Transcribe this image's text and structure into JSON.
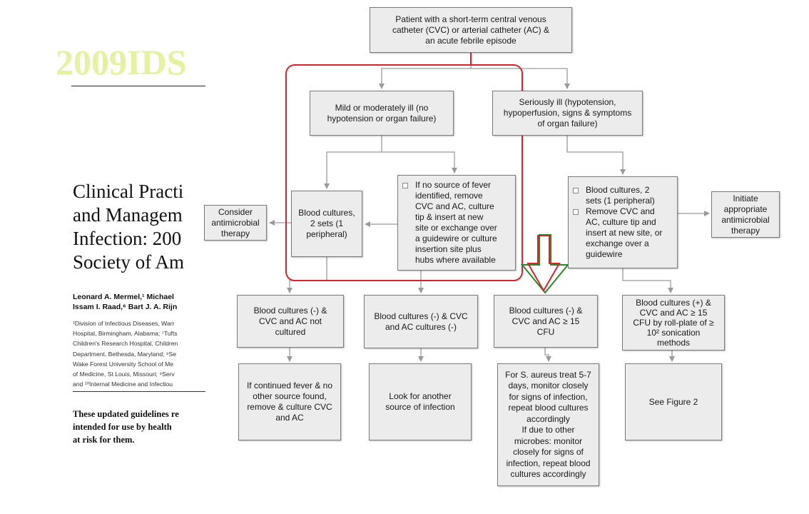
{
  "slide": {
    "title": "2009IDS"
  },
  "paper": {
    "heading_lines": [
      "Clinical Practi",
      "and Managem",
      "Infection: 200",
      "Society of Am"
    ],
    "author_lines": [
      "Leonard A. Mermel,¹ Michael",
      "Issam I. Raad,⁶ Bart J. A. Rijn"
    ],
    "affiliation_lines": [
      "¹Division of Infectious Diseases, Warr",
      "Hospital, Birmingham, Alabama; ⁷Tufts",
      "Children's Research Hospital, Children",
      "Department, Bethesda, Maryland; ⁸Se",
      "Wake Forest University School of Me",
      "of Medicine, St Louis, Missouri; ⁹Serv",
      "and ¹⁰Internal Medicine and Infectiou"
    ],
    "summary_lines": [
      "These updated guidelines re",
      "intended for use by health",
      "at risk for them."
    ]
  },
  "flowchart": {
    "start": [
      "Patient with a short-term central venous",
      "catheter (CVC) or arterial catheter (AC) &",
      "an acute febrile episode"
    ],
    "mild": [
      "Mild or moderately ill (no",
      "hypotension or organ failure)"
    ],
    "serious": [
      "Seriously ill (hypotension,",
      "hypoperfusion, signs & symptoms",
      "of organ failure)"
    ],
    "consider": [
      "Consider",
      "antimicrobial",
      "therapy"
    ],
    "bc_mild": [
      "Blood cultures,",
      "2 sets (1",
      "peripheral)"
    ],
    "no_source": [
      "If no source of fever",
      "identified, remove",
      "CVC and AC, culture",
      "tip & insert at new",
      "site or exchange over",
      "a guidewire or culture",
      "insertion site plus",
      "hubs where available"
    ],
    "bc_serious": [
      "Blood cultures, 2",
      "sets (1 peripheral)",
      "Remove CVC and",
      "AC, culture tip and",
      "insert at new site, or",
      "exchange over a",
      "guidewire"
    ],
    "initiate": [
      "Initiate",
      "appropriate",
      "antimicrobial",
      "therapy"
    ],
    "r1": [
      "Blood cultures (-) &",
      "CVC and AC not",
      "cultured"
    ],
    "r2": [
      "Blood cultures (-) & CVC",
      "and AC cultures (-)"
    ],
    "r3": [
      "Blood cultures (-) &",
      "CVC and AC ≥ 15",
      "CFU"
    ],
    "r4": [
      "Blood cultures (+) &",
      "CVC and AC ≥ 15",
      "CFU by roll-plate of ≥",
      "10² sonication",
      "methods"
    ],
    "o1": [
      "If continued fever & no",
      "other source found,",
      "remove & culture CVC",
      "and AC"
    ],
    "o2": [
      "Look for another",
      "source of infection"
    ],
    "o3": [
      "For S. aureus treat 5-7",
      "days, monitor closely",
      "for signs of infection,",
      "repeat blood cultures",
      "accordingly",
      "If due to other",
      "microbes: monitor",
      "closely for signs of",
      "infection, repeat blood",
      "cultures accordingly"
    ],
    "o4": [
      "See Figure 2"
    ]
  },
  "colors": {
    "slide_title": "#e6f2a0",
    "highlight_red": "#d9232d",
    "highlight_green": "#2a8a2a",
    "box_fill": "#ececec",
    "connector": "#9a9a9a"
  }
}
